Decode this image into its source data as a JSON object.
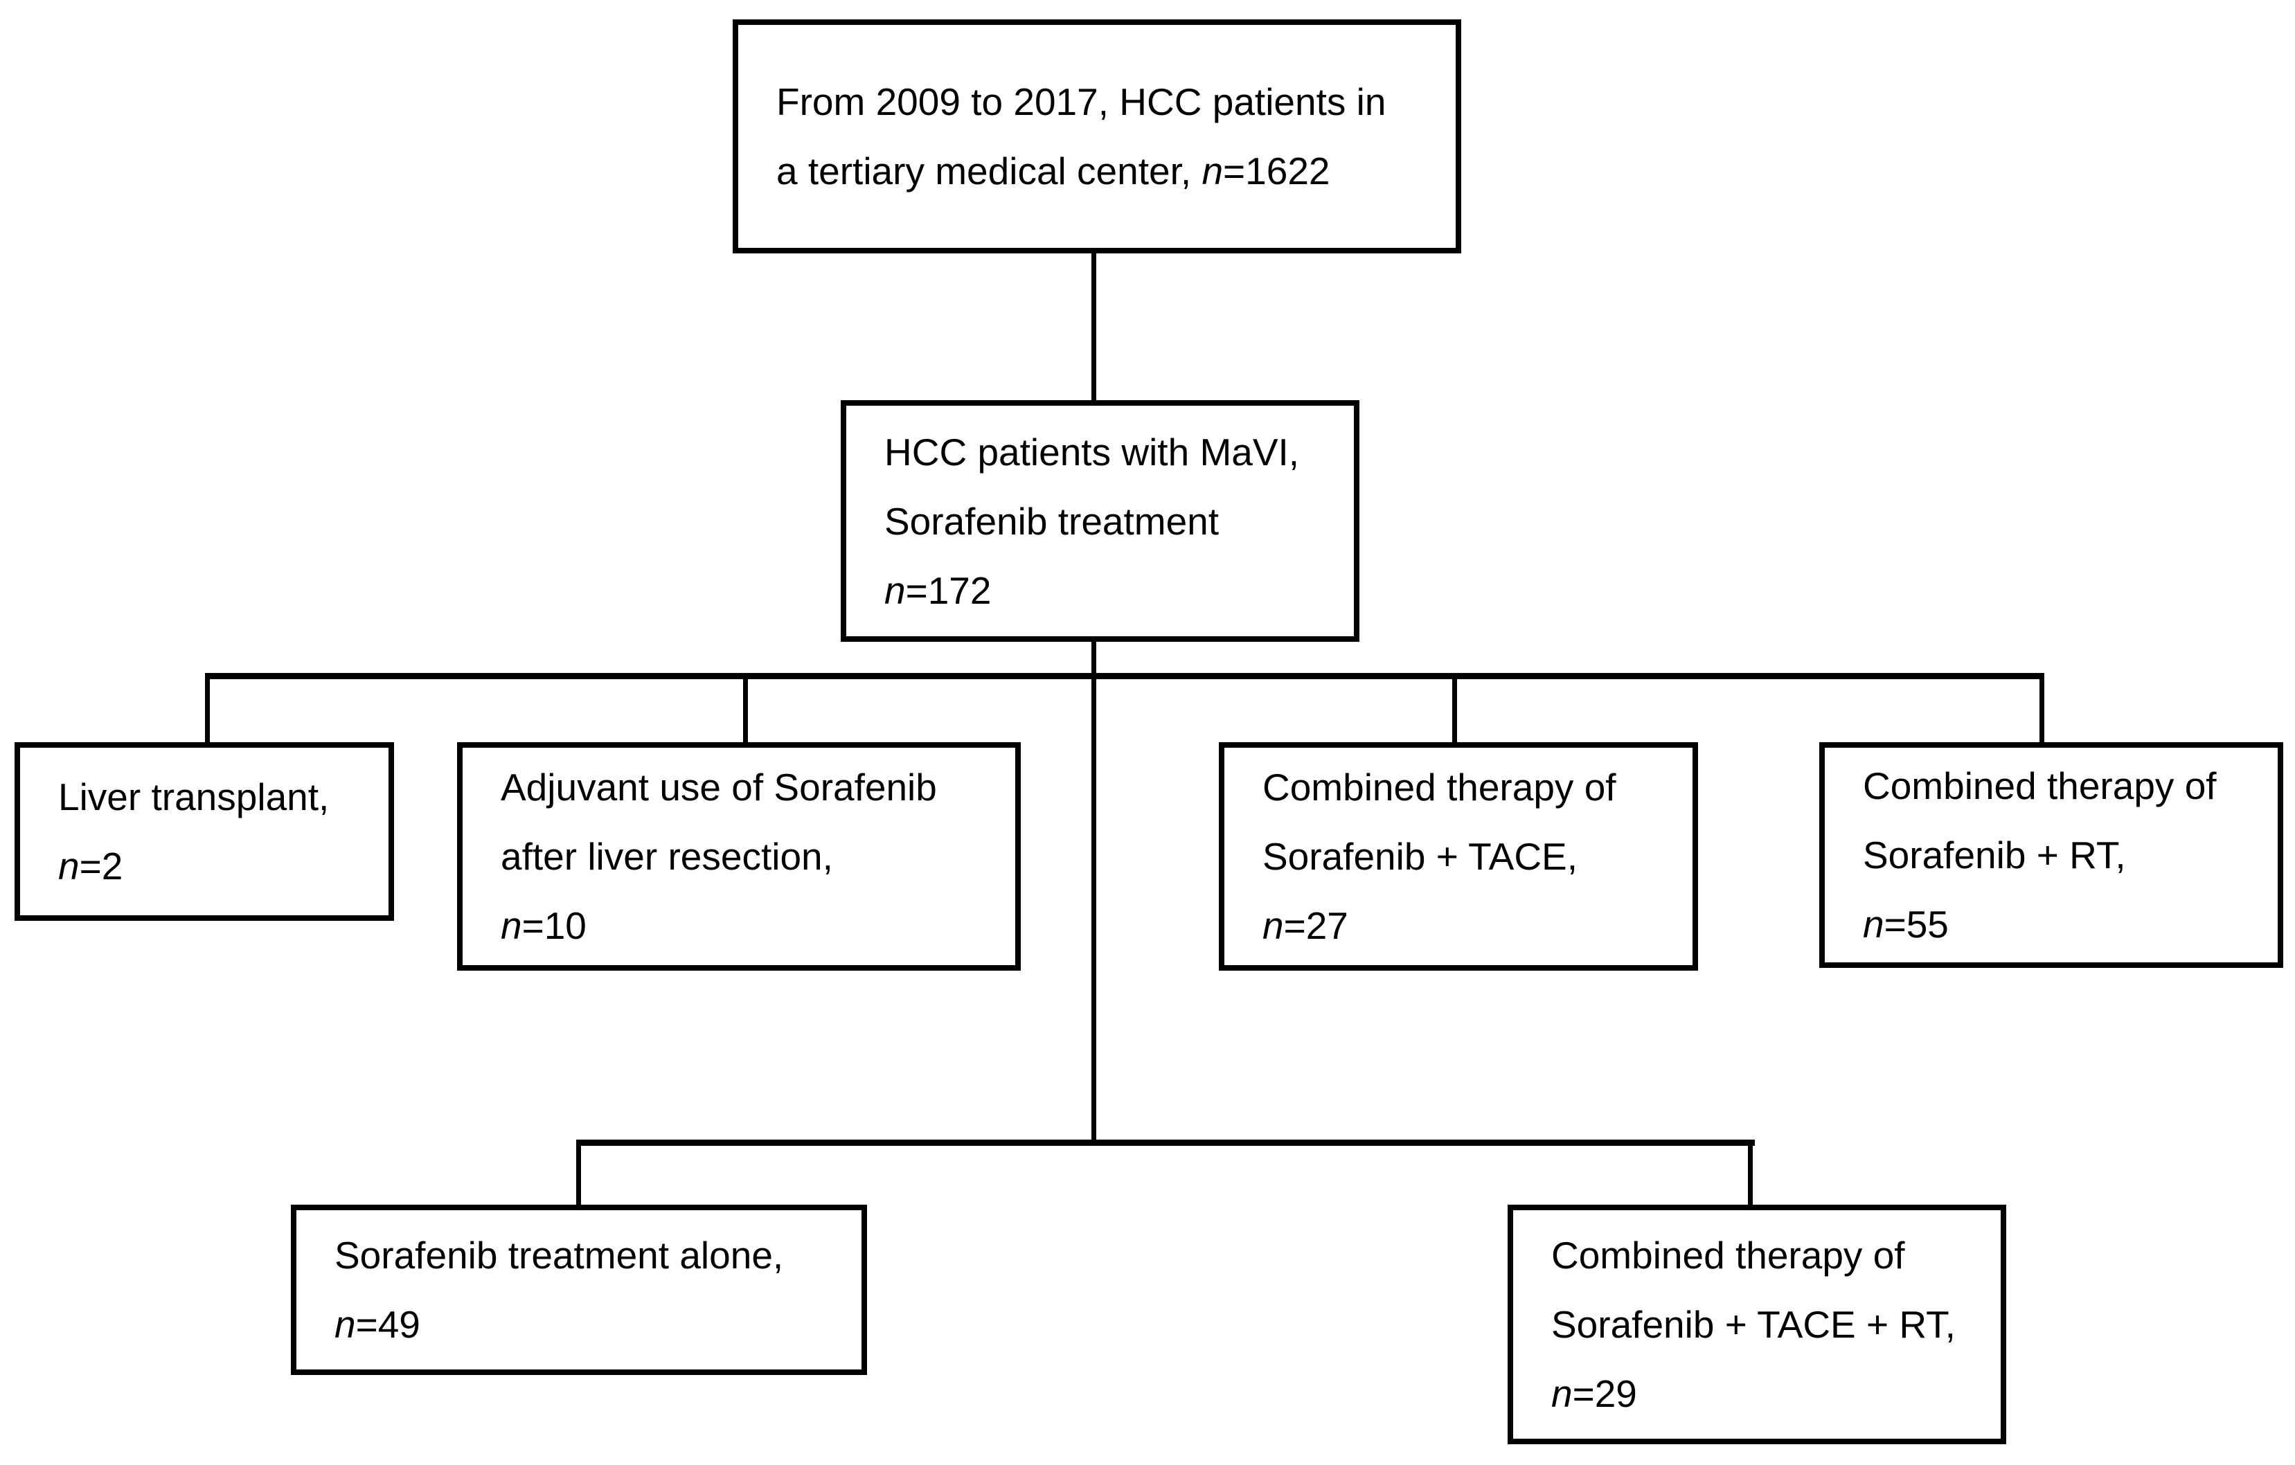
{
  "figure": {
    "type": "patient-enrollment-flowchart",
    "background_color": "#ffffff",
    "line_color": "#000000",
    "text_color": "#000000"
  },
  "nodes": [
    {
      "id": "source-population",
      "lines": [
        [
          {
            "t": "From 2009 to 2017, HCC patients in"
          }
        ],
        [
          {
            "t": "a tertiary medical center, "
          },
          {
            "t": "n",
            "i": true
          },
          {
            "t": "=1622"
          }
        ]
      ]
    },
    {
      "id": "mavi-sorafenib-treatment",
      "lines": [
        [
          {
            "t": "HCC patients with MaVI,"
          }
        ],
        [
          {
            "t": "Sorafenib treatment"
          }
        ],
        [
          {
            "t": "n",
            "i": true
          },
          {
            "t": "=172"
          }
        ]
      ]
    },
    {
      "id": "liver-transplant",
      "lines": [
        [
          {
            "t": "Liver transplant,"
          }
        ],
        [
          {
            "t": "n",
            "i": true
          },
          {
            "t": "=2"
          }
        ]
      ]
    },
    {
      "id": "adjuvant-sorafenib-after-resection",
      "lines": [
        [
          {
            "t": "Adjuvant use of Sorafenib"
          }
        ],
        [
          {
            "t": "after liver resection,"
          }
        ],
        [
          {
            "t": "n",
            "i": true
          },
          {
            "t": "=10"
          }
        ]
      ]
    },
    {
      "id": "combined-sorafenib-tace",
      "lines": [
        [
          {
            "t": "Combined therapy of"
          }
        ],
        [
          {
            "t": "Sorafenib + TACE,"
          }
        ],
        [
          {
            "t": "n",
            "i": true
          },
          {
            "t": "=27"
          }
        ]
      ]
    },
    {
      "id": "combined-sorafenib-rt",
      "lines": [
        [
          {
            "t": "Combined therapy of"
          }
        ],
        [
          {
            "t": "Sorafenib + RT,"
          }
        ],
        [
          {
            "t": "n",
            "i": true
          },
          {
            "t": "=55"
          }
        ]
      ]
    },
    {
      "id": "sorafenib-alone",
      "lines": [
        [
          {
            "t": "Sorafenib treatment alone,"
          }
        ],
        [
          {
            "t": "n",
            "i": true
          },
          {
            "t": "=49"
          }
        ]
      ]
    },
    {
      "id": "combined-sorafenib-tace-rt",
      "lines": [
        [
          {
            "t": "Combined therapy of"
          }
        ],
        [
          {
            "t": "Sorafenib + TACE + RT,"
          }
        ],
        [
          {
            "t": "n",
            "i": true
          },
          {
            "t": "=29"
          }
        ]
      ]
    }
  ]
}
